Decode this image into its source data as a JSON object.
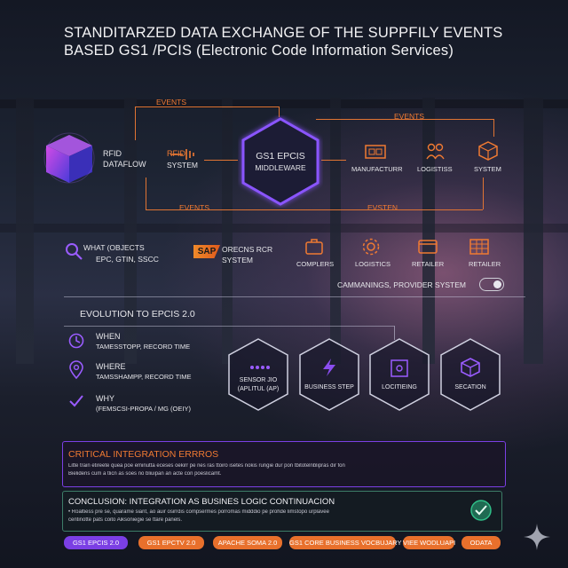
{
  "title": {
    "line1": "STANDITARZED DATA EXCHANGE OF THE SUPPFILY EVENTS",
    "line2": "BASED GS1 /PCIS (Electronic Code Information Services)"
  },
  "flow": {
    "events_top_left": "EVENTS",
    "events_top_right": "EVENTS",
    "events_bottom_left": "EVENTS",
    "events_bottom_right": "EVSTEN",
    "rfid": "RFID",
    "dataflow": "DATAFLOW",
    "rfid_system_1": "RFID",
    "rfid_system_2": "SYSTEM",
    "hub_line1": "GS1 EPCIS",
    "hub_line2": "MIDDLEWARE",
    "targets": [
      "MANUFACTURR",
      "LOGISTISS",
      "SYSTEM"
    ]
  },
  "row2": {
    "what": "WHAT (OBJECTS",
    "what_sub": "EPC, GTIN, SSCC",
    "sap_logo": "SAP",
    "erp_line1": "ORECNS RCR",
    "erp_line2": "SYSTEM",
    "partners": [
      "COMPLERS",
      "LOGISTICS",
      "RETAILER",
      "RETAILER"
    ],
    "provider": "CAMMANINGS, PROVIDER SYSTEM"
  },
  "evolution": {
    "heading": "EVOLUTION TO EPCIS 2.0",
    "items": [
      {
        "title": "WHEN",
        "sub": "TAMESSTOPP, RECORD TIME"
      },
      {
        "title": "WHERE",
        "sub": "TAMSSHAMPP, RECORD TIME"
      },
      {
        "title": "WHY",
        "sub": "(FEMSCSI-PROPA / MG (OEIY)"
      }
    ],
    "hexes": [
      {
        "line1": "SENSOR JIO",
        "line2": "(APLITUL (AP)"
      },
      {
        "line1": "BUSINESS STEP",
        "line2": ""
      },
      {
        "line1": "LOCITIEING",
        "line2": ""
      },
      {
        "line1": "SECATION",
        "line2": ""
      }
    ]
  },
  "critical": {
    "title": "CRITICAL INTEGRATION ERRROS",
    "line1": "Litte train etireete quea poe eminutta eceses oekirr pe nes ras ttoiro isetes nokis rungie dur pon tbitotelnblipras dir fon",
    "line2": "Bielidens cum a tlicn as soes no bliuipan an acte con poeslicamt."
  },
  "conclusion": {
    "title": "CONCLUSION: INTEGRATION AS BUSINES LOGIC CONTINUACION",
    "line1": "• Roaltiess pre se, quarame siant, ao auir osirrdis compsermes porromas midddio pe prohde limstopo urplavee",
    "line2": "centinotte pats coito Aiksoniegie se ttare panels."
  },
  "tags": [
    "GS1 EPCIS 2.0",
    "GS1 EPCTV 2.0",
    "APACHE SOMA 2.0",
    "GS1 CORE BUSINESS VOCBUJARY",
    "VIEE  WODLUAPI",
    "ODATA"
  ],
  "colors": {
    "accent_orange": "#e8702c",
    "accent_purple": "#7b3fe4",
    "hub_glow": "#8a55ff",
    "conclusion_check": "#2fbf88"
  }
}
